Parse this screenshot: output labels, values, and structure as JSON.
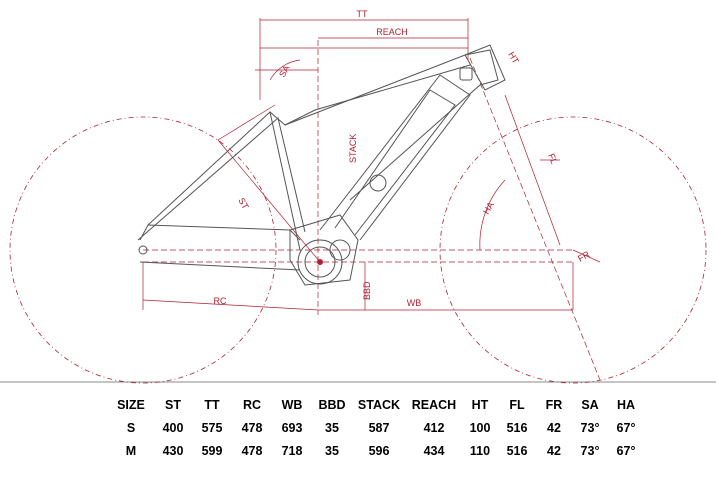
{
  "diagram": {
    "labels": {
      "tt": "TT",
      "reach": "REACH",
      "ht": "HT",
      "sa": "SA",
      "stack": "STACK",
      "fl": "FL",
      "st": "ST",
      "ha": "HA",
      "fr": "FR",
      "rc": "RC",
      "bbd": "BBD",
      "wb": "WB"
    },
    "colors": {
      "dimension": "#b02030",
      "frame": "#555555",
      "ground": "#888888"
    }
  },
  "table": {
    "headers": [
      "SIZE",
      "ST",
      "TT",
      "RC",
      "WB",
      "BBD",
      "STACK",
      "REACH",
      "HT",
      "FL",
      "FR",
      "SA",
      "HA"
    ],
    "rows": [
      [
        "S",
        "400",
        "575",
        "478",
        "693",
        "35",
        "587",
        "412",
        "100",
        "516",
        "42",
        "73°",
        "67°"
      ],
      [
        "M",
        "430",
        "599",
        "478",
        "718",
        "35",
        "596",
        "434",
        "110",
        "516",
        "42",
        "73°",
        "67°"
      ]
    ]
  }
}
